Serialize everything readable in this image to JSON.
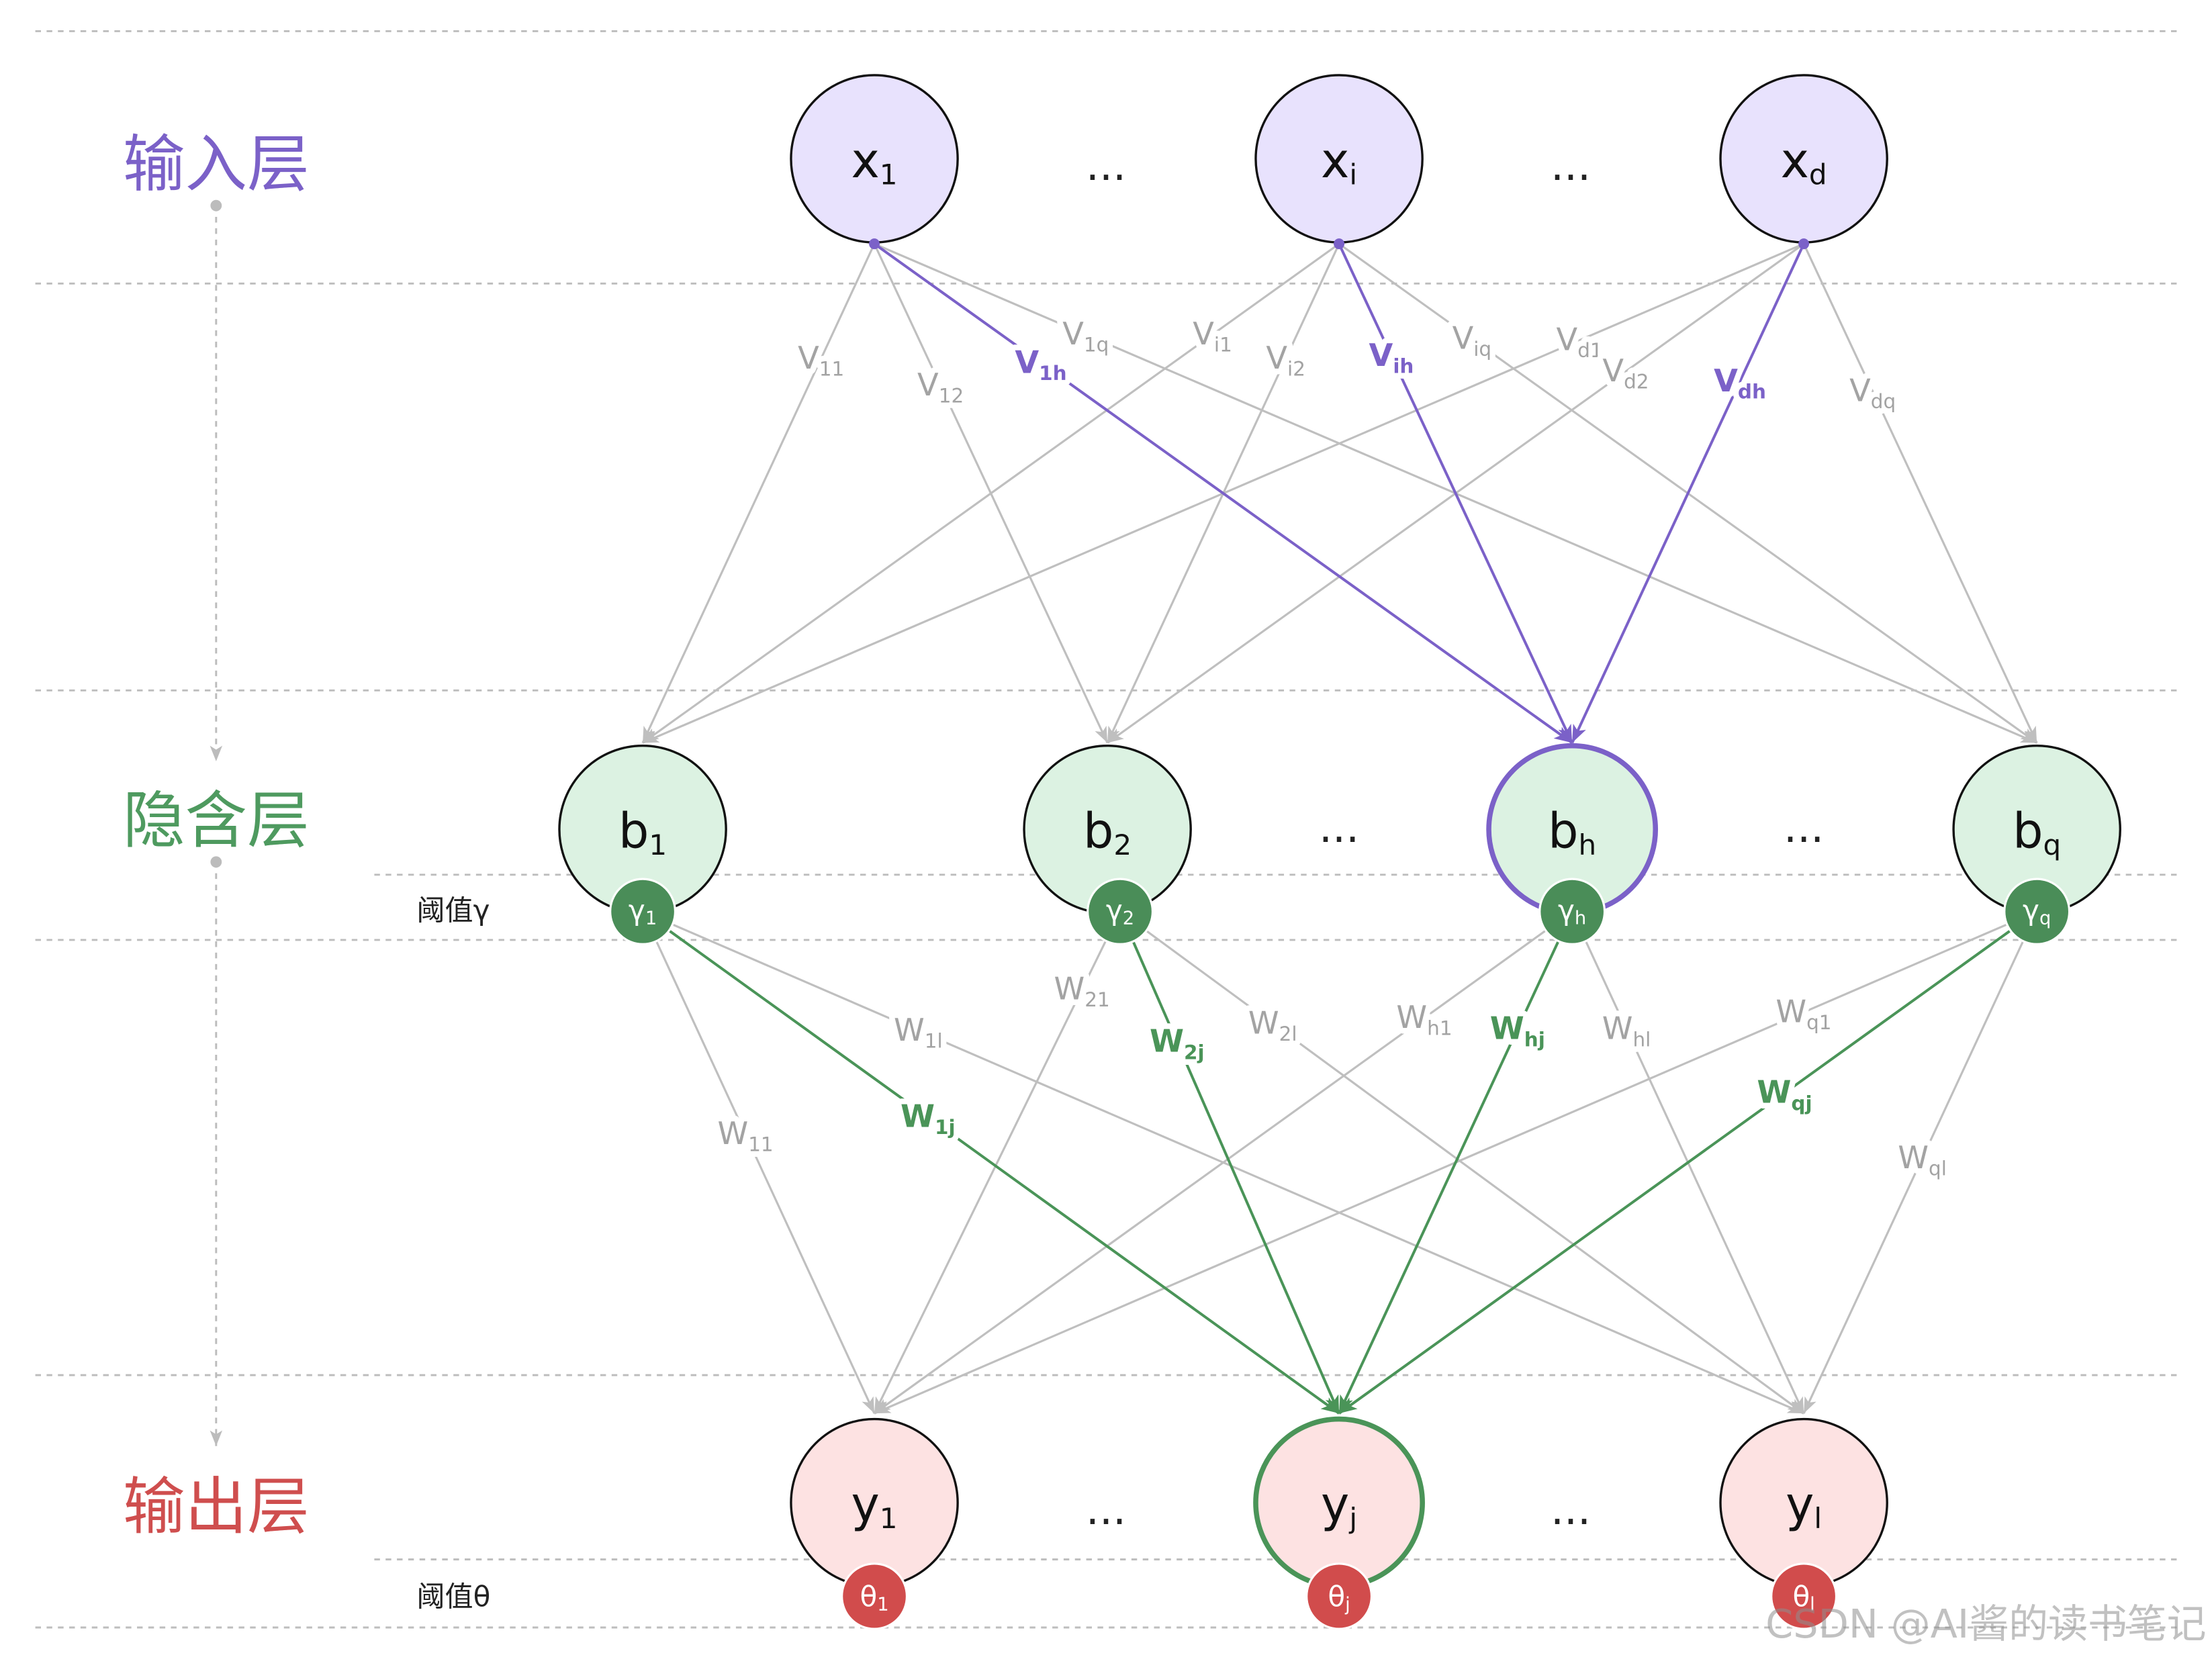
{
  "layers": {
    "input": {
      "label": "输入层",
      "color": "#7b61c8"
    },
    "hidden": {
      "label": "隐含层",
      "color": "#4e9a5f"
    },
    "output": {
      "label": "输出层",
      "color": "#cf4e4e"
    }
  },
  "thresholds": {
    "hidden_label": "阈值γ",
    "output_label": "阈值θ"
  },
  "ellipsis": "...",
  "input_nodes": [
    {
      "symbol": "x",
      "sub": "1"
    },
    {
      "symbol": "x",
      "sub": "i"
    },
    {
      "symbol": "x",
      "sub": "d"
    }
  ],
  "hidden_nodes": [
    {
      "symbol": "b",
      "sub": "1",
      "highlighted": false,
      "threshold": {
        "symbol": "γ",
        "sub": "1"
      }
    },
    {
      "symbol": "b",
      "sub": "2",
      "highlighted": false,
      "threshold": {
        "symbol": "γ",
        "sub": "2"
      }
    },
    {
      "symbol": "b",
      "sub": "h",
      "highlighted": true,
      "threshold": {
        "symbol": "γ",
        "sub": "h"
      }
    },
    {
      "symbol": "b",
      "sub": "q",
      "highlighted": false,
      "threshold": {
        "symbol": "γ",
        "sub": "q"
      }
    }
  ],
  "output_nodes": [
    {
      "symbol": "y",
      "sub": "1",
      "highlighted": false,
      "threshold": {
        "symbol": "θ",
        "sub": "1"
      }
    },
    {
      "symbol": "y",
      "sub": "j",
      "highlighted": true,
      "threshold": {
        "symbol": "θ",
        "sub": "j"
      }
    },
    {
      "symbol": "y",
      "sub": "l",
      "highlighted": false,
      "threshold": {
        "symbol": "θ",
        "sub": "l"
      }
    }
  ],
  "input_hidden_weights": [
    {
      "from": 0,
      "to": 0,
      "symbol": "V",
      "sub": "11",
      "highlighted": false
    },
    {
      "from": 0,
      "to": 1,
      "symbol": "V",
      "sub": "12",
      "highlighted": false
    },
    {
      "from": 0,
      "to": 2,
      "symbol": "V",
      "sub": "1h",
      "highlighted": true
    },
    {
      "from": 0,
      "to": 3,
      "symbol": "V",
      "sub": "1q",
      "highlighted": false
    },
    {
      "from": 1,
      "to": 0,
      "symbol": "V",
      "sub": "i1",
      "highlighted": false
    },
    {
      "from": 1,
      "to": 1,
      "symbol": "V",
      "sub": "i2",
      "highlighted": false
    },
    {
      "from": 1,
      "to": 2,
      "symbol": "V",
      "sub": "ih",
      "highlighted": true
    },
    {
      "from": 1,
      "to": 3,
      "symbol": "V",
      "sub": "iq",
      "highlighted": false
    },
    {
      "from": 2,
      "to": 0,
      "symbol": "V",
      "sub": "d1",
      "highlighted": false
    },
    {
      "from": 2,
      "to": 1,
      "symbol": "V",
      "sub": "d2",
      "highlighted": false
    },
    {
      "from": 2,
      "to": 2,
      "symbol": "V",
      "sub": "dh",
      "highlighted": true
    },
    {
      "from": 2,
      "to": 3,
      "symbol": "V",
      "sub": "dq",
      "highlighted": false
    }
  ],
  "hidden_output_weights": [
    {
      "from": 0,
      "to": 0,
      "symbol": "W",
      "sub": "11",
      "highlighted": false
    },
    {
      "from": 0,
      "to": 1,
      "symbol": "W",
      "sub": "1j",
      "highlighted": true
    },
    {
      "from": 0,
      "to": 2,
      "symbol": "W",
      "sub": "1l",
      "highlighted": false
    },
    {
      "from": 1,
      "to": 0,
      "symbol": "W",
      "sub": "21",
      "highlighted": false
    },
    {
      "from": 1,
      "to": 1,
      "symbol": "W",
      "sub": "2j",
      "highlighted": true
    },
    {
      "from": 1,
      "to": 2,
      "symbol": "W",
      "sub": "2l",
      "highlighted": false
    },
    {
      "from": 2,
      "to": 0,
      "symbol": "W",
      "sub": "h1",
      "highlighted": false
    },
    {
      "from": 2,
      "to": 1,
      "symbol": "W",
      "sub": "hj",
      "highlighted": true
    },
    {
      "from": 2,
      "to": 2,
      "symbol": "W",
      "sub": "hl",
      "highlighted": false
    },
    {
      "from": 3,
      "to": 0,
      "symbol": "W",
      "sub": "q1",
      "highlighted": false
    },
    {
      "from": 3,
      "to": 1,
      "symbol": "W",
      "sub": "qj",
      "highlighted": true
    },
    {
      "from": 3,
      "to": 2,
      "symbol": "W",
      "sub": "ql",
      "highlighted": false
    }
  ],
  "colors": {
    "input_fill": "#e8e2fd",
    "hidden_fill": "#dcf2e2",
    "output_fill": "#fde2e2",
    "node_stroke": "#111111",
    "node_text": "#111111",
    "gamma_fill": "#4a8d58",
    "theta_fill": "#d14c4c",
    "threshold_text": "#ffffff",
    "edge": "#bfbfbf",
    "label": "#a3a3a3",
    "highlight_input": "#7b61c8",
    "highlight_hidden": "#4a9458",
    "guide": "#bcbcbc"
  },
  "watermark": "CSDN @AI酱的读书笔记"
}
